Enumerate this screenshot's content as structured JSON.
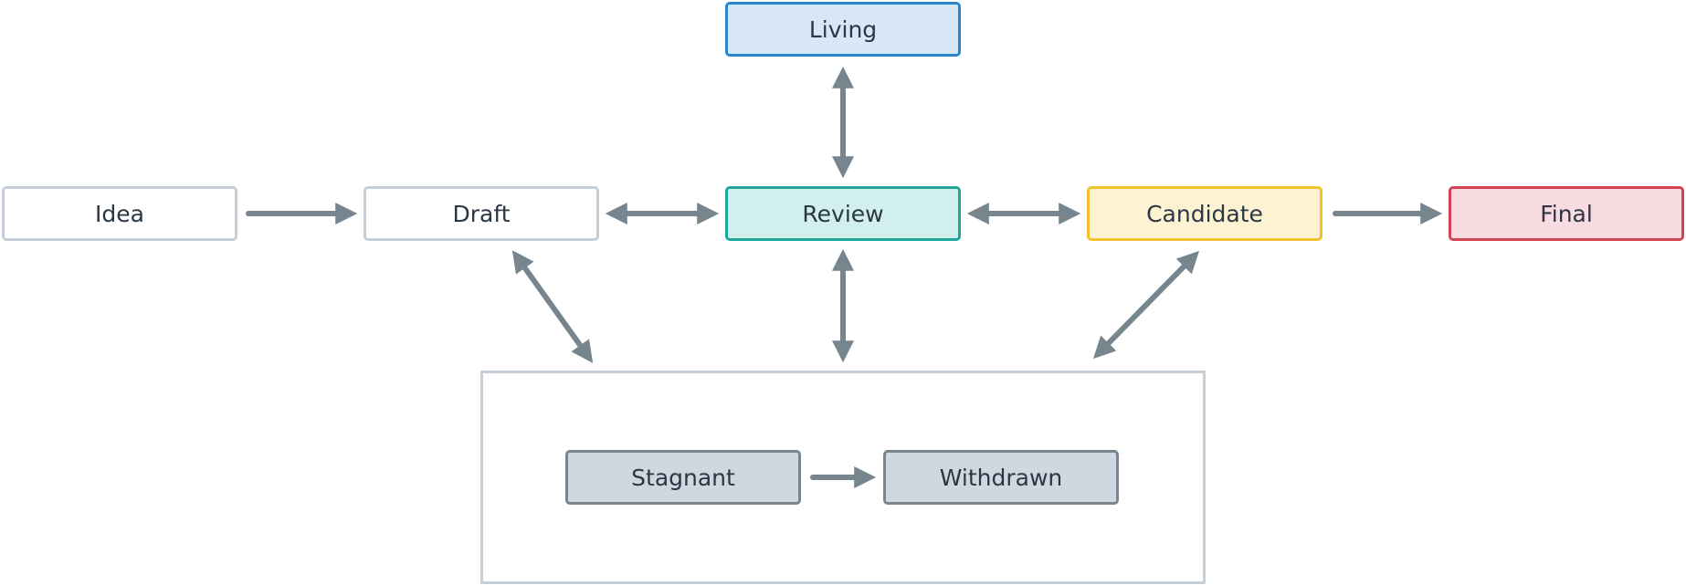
{
  "colors": {
    "edge": "#77858f",
    "neutral_border": "#c5ced9",
    "text": "#2b3742"
  },
  "nodes": {
    "idea": {
      "label": "Idea",
      "fill": "#ffffff",
      "border": "#c5ced9"
    },
    "draft": {
      "label": "Draft",
      "fill": "#ffffff",
      "border": "#c5ced9"
    },
    "review": {
      "label": "Review",
      "fill": "#d1efec",
      "border": "#1fa899"
    },
    "candidate": {
      "label": "Candidate",
      "fill": "#fdf3d3",
      "border": "#f3c12b"
    },
    "final": {
      "label": "Final",
      "fill": "#f8dbe0",
      "border": "#d24455"
    },
    "living": {
      "label": "Living",
      "fill": "#d7e7f7",
      "border": "#2b86d0"
    },
    "stagnant": {
      "label": "Stagnant",
      "fill": "#cfd8e0",
      "border": "#77858f"
    },
    "withdrawn": {
      "label": "Withdrawn",
      "fill": "#cfd8e0",
      "border": "#77858f"
    }
  },
  "edges": [
    {
      "from": "idea",
      "to": "draft",
      "direction": "forward"
    },
    {
      "from": "draft",
      "to": "review",
      "direction": "both"
    },
    {
      "from": "review",
      "to": "candidate",
      "direction": "both"
    },
    {
      "from": "candidate",
      "to": "final",
      "direction": "forward"
    },
    {
      "from": "review",
      "to": "living",
      "direction": "both"
    },
    {
      "from": "draft",
      "to": "inactive-group",
      "direction": "both"
    },
    {
      "from": "review",
      "to": "inactive-group",
      "direction": "both"
    },
    {
      "from": "candidate",
      "to": "inactive-group",
      "direction": "both"
    },
    {
      "from": "stagnant",
      "to": "withdrawn",
      "direction": "forward"
    }
  ]
}
